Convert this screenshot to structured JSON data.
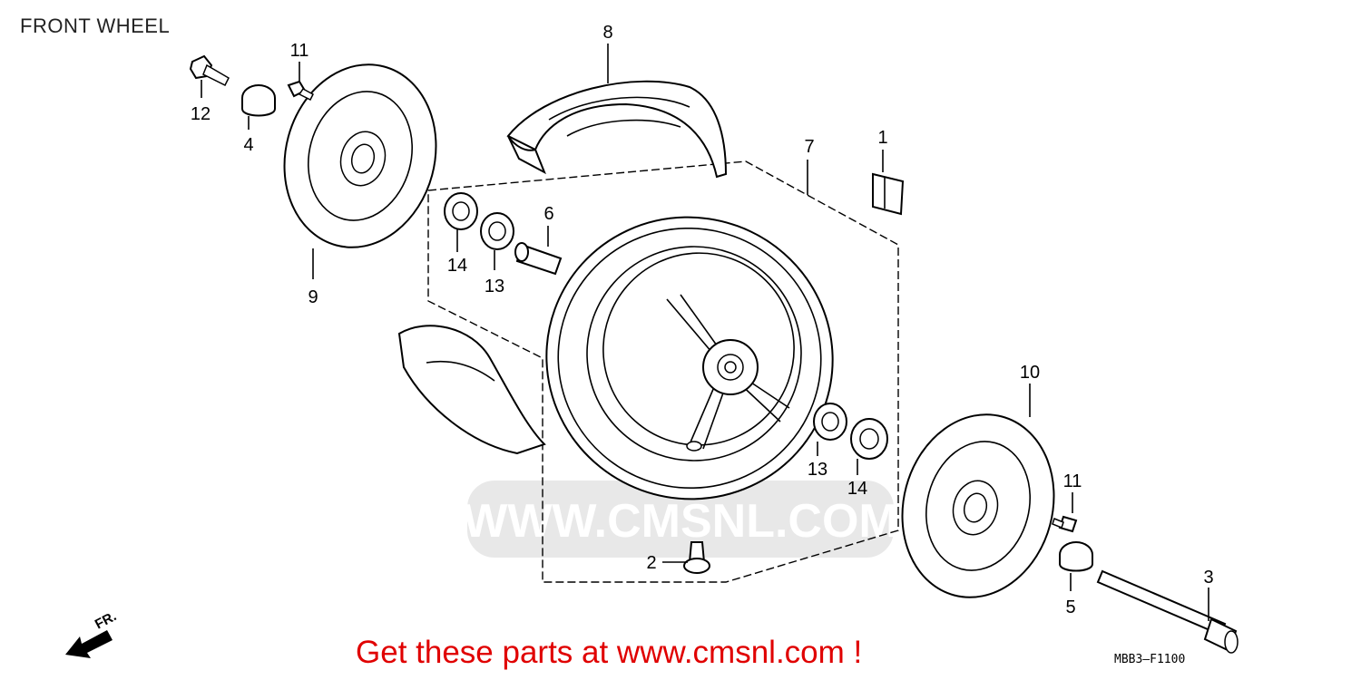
{
  "title": "FRONT WHEEL",
  "cta": "Get these parts at www.cmsnl.com !",
  "reference_code": "MBB3—F1100",
  "watermark": "WWW.CMSNL.COM",
  "direction_label": "FR.",
  "callouts": {
    "p1": "1",
    "p2": "2",
    "p3": "3",
    "p4": "4",
    "p5": "5",
    "p6": "6",
    "p7": "7",
    "p8": "8",
    "p9": "9",
    "p10": "10",
    "p11a": "11",
    "p11b": "11",
    "p12": "12",
    "p13a": "13",
    "p13b": "13",
    "p14a": "14",
    "p14b": "14"
  },
  "colors": {
    "cta": "#e00000",
    "watermark": "#d6d6d6",
    "line": "#000000"
  }
}
